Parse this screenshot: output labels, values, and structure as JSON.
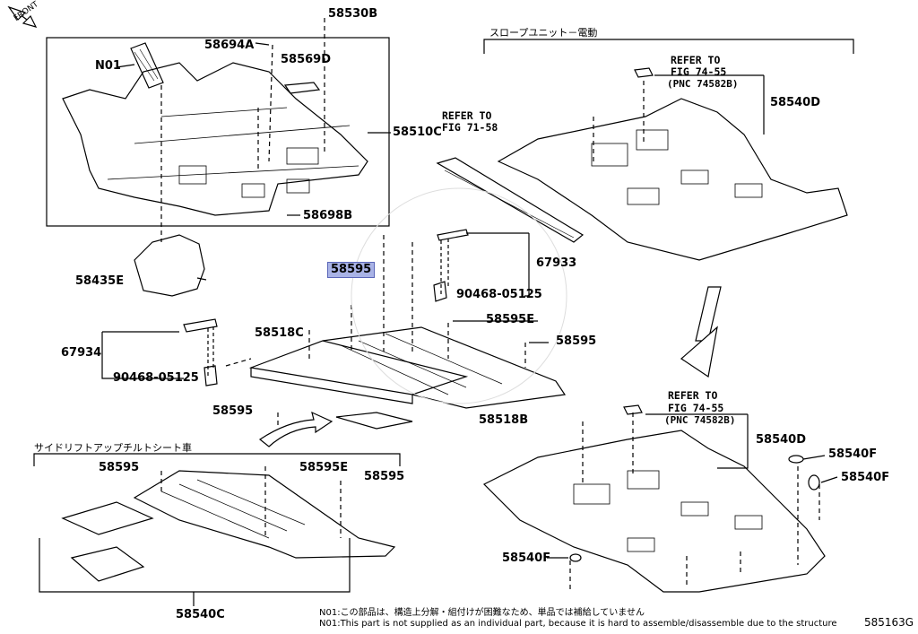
{
  "front_label": "FRONT",
  "sections": {
    "slope_unit": "スロープユニット－電動",
    "side_lift": "サイドリフトアップチルトシート車"
  },
  "refers": {
    "fig71": [
      "REFER TO",
      "FIG 71-58"
    ],
    "fig74_top": [
      "REFER TO",
      "FIG 74-55",
      "(PNC 74582B)"
    ],
    "fig74_bottom": [
      "REFER TO",
      "FIG 74-55",
      "(PNC 74582B)"
    ]
  },
  "parts": {
    "p58530B": "58530B",
    "p58694A": "58694A",
    "pN01": "N01",
    "p58569D": "58569D",
    "p58510C": "58510C",
    "p58698B": "58698B",
    "p58435E": "58435E",
    "p58595_sel": "58595",
    "p67933": "67933",
    "p90468_a": "90468-05125",
    "p58595E_a": "58595E",
    "p58595_b": "58595",
    "p58518C": "58518C",
    "p67934": "67934",
    "p90468_b": "90468-05125",
    "p58595_c": "58595",
    "p58518B": "58518B",
    "p58540D_top": "58540D",
    "p58540D_bot": "58540D",
    "p58540F_a": "58540F",
    "p58540F_b": "58540F",
    "p58540F_c": "58540F",
    "p58595_d": "58595",
    "p58595E_b": "58595E",
    "p58595_e": "58595",
    "p58540C": "58540C"
  },
  "notes": {
    "jp": "N01:この部品は、構造上分解・組付けが困難なため、単品では補給していません",
    "en": "N01:This part is not supplied as an individual part, because it is hard to assemble/disassemble due to the structure"
  },
  "page_code": "585163G",
  "colors": {
    "highlight": "#a9b3e6",
    "line": "#000000"
  }
}
